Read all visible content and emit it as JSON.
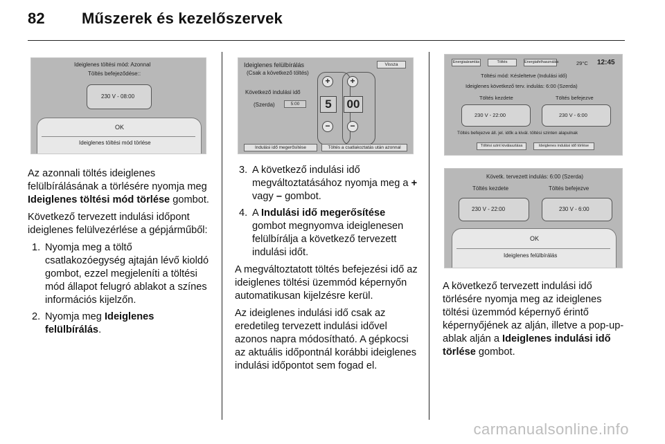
{
  "header": {
    "page_number": "82",
    "title": "Műszerek és kezelőszervek"
  },
  "images": {
    "img1": {
      "mode": "Ideiglenes töltési mód:  Azonnal",
      "end_label": "Töltés befejeződése::",
      "value": "230 V - 08:00",
      "ok": "OK",
      "bottom": "Ideiglenes töltési mód törlése"
    },
    "img2": {
      "title": "Ideiglenes felülbírálás",
      "subtitle": "(Csak a következő töltés)",
      "back": "Vissza",
      "next_start": "Következő indulási idő",
      "day": "(Szerda)",
      "time_small": "5:00",
      "hour": "5",
      "minute": "00",
      "plus": "+",
      "minus": "−",
      "btn1": "Indulási idő megerősítése",
      "btn2": "Töltés a csatlakoztatás után azonnal"
    },
    "img3": {
      "tab1": "Energiaáramlás",
      "tab2": "Töltés",
      "tab3": "Energiafelhasználás",
      "temp": "29°C",
      "time": "12:45",
      "line1": "Töltési mód:  Késleltetve (Indulási idő)",
      "line2": "Ideiglenes következő terv. indulás: 6:00 (Szerda)",
      "lbl_start": "Töltés kezdete",
      "lbl_end": "Töltés befejezve",
      "val_start": "230 V -  22:00",
      "val_end": "230 V -  6:00",
      "note": "Töltés befejezve áll. jel. idők a kivál. töltési szinten alapulnak",
      "btn1": "Töltési szint kiválasztása",
      "btn2": "Ideiglenes indulási idő törlése"
    },
    "img4": {
      "title": "Követk. tervezett indulás:  6:00 (Szerda)",
      "lbl_start": "Töltés kezdete",
      "lbl_end": "Töltés befejezve",
      "val_start": "230 V -  22:00",
      "val_end": "230 V -  6:00",
      "ok": "OK",
      "bottom": "Ideiglenes felülbírálás"
    }
  },
  "col1": {
    "p1_a": "Az azonnali töltés ideiglenes felülbírálásának a törlésére nyomja meg ",
    "p1_b": "Ideiglenes töltési mód törlése",
    "p1_c": " gombot.",
    "p2": "Következő tervezett indulási időpont ideiglenes felülvezérlése a gépjárműből:",
    "li1_n": "1.",
    "li1": "Nyomja meg a töltő csatlakozóegység ajtaján lévő kioldó gombot, ezzel megjeleníti a töltési mód állapot felugró ablakot a színes információs kijelzőn.",
    "li2_n": "2.",
    "li2_a": "Nyomja meg ",
    "li2_b": "Ideiglenes felülbírálás",
    "li2_c": "."
  },
  "col2": {
    "li3_n": "3.",
    "li3_a": "A következő indulási idő megváltoztatásához nyomja meg a ",
    "li3_plus": "+",
    "li3_b": " vagy ",
    "li3_minus": "–",
    "li3_c": " gombot.",
    "li4_n": "4.",
    "li4_a": "A ",
    "li4_b": "Indulási idő megerősítése",
    "li4_c": " gombot megnyomva ideiglenesen felülbírálja a következő tervezett indulási időt.",
    "p1": "A megváltoztatott töltés befejezési idő az ideiglenes töltési üzemmód képernyőn automatikusan kijelzésre kerül.",
    "p2": "Az ideiglenes indulási idő csak az eredetileg tervezett indulási idővel azonos napra módosítható. A gépkocsi az aktuális időpontnál korábbi ideiglenes indulási időpontot sem fogad el."
  },
  "col3": {
    "p1_a": "A következő tervezett indulási idő törlésére nyomja meg az ideiglenes töltési üzemmód képernyő érintő képernyőjének az alján, illetve a pop-up-ablak alján a ",
    "p1_b": "Ideiglenes indulási idő törlése",
    "p1_c": " gombot."
  },
  "footer": {
    "watermark": "carmanualsonline.info"
  }
}
